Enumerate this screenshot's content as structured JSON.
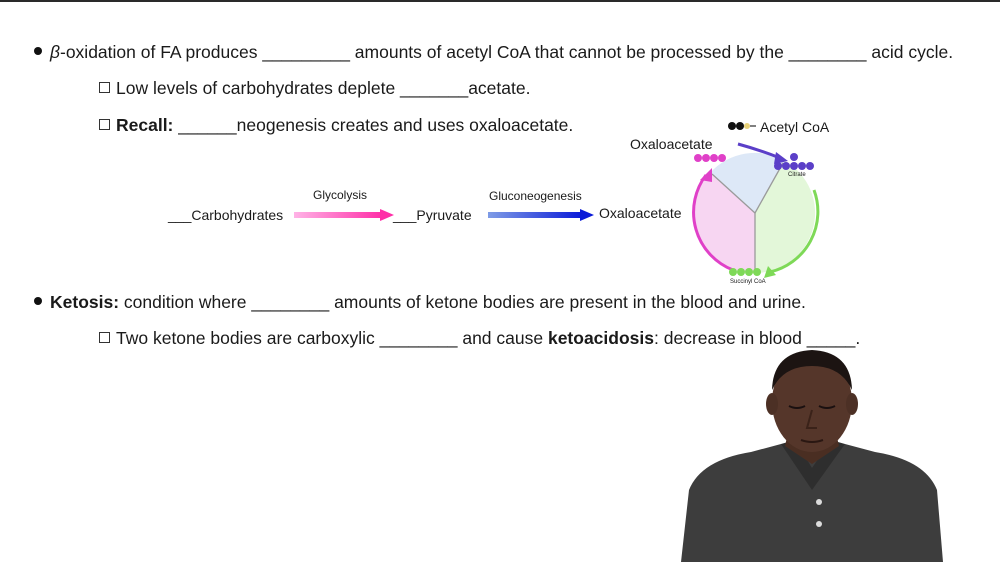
{
  "notes": {
    "line1": {
      "prefix": "β",
      "text": "-oxidation of FA produces _________ amounts of acetyl CoA that cannot be processed by the ________ acid cycle."
    },
    "line2": {
      "text": "Low levels of carbohydrates deplete _______acetate."
    },
    "line3": {
      "bold": "Recall:",
      "text": " ______neogenesis creates and uses oxaloacetate."
    },
    "line4": {
      "bold": "Ketosis:",
      "text": " condition where ________ amounts of ketone bodies are present in the blood and urine."
    },
    "line5": {
      "text1": "Two ketone bodies are carboxylic ________ and cause ",
      "bold": "ketoacidosis",
      "text2": ": decrease in blood _____."
    }
  },
  "pathway": {
    "carbohydrates": "___Carbohydrates",
    "glycolysis": "Glycolysis",
    "pyruvate": "___Pyruvate",
    "gluconeogenesis": "Gluconeogenesis",
    "oxaloacetate": "Oxaloacetate"
  },
  "cycle": {
    "acetyl_coa": "Acetyl CoA",
    "oxaloacetate": "Oxaloacetate",
    "citrate": "Citrate",
    "succinyl_coa": "Succinyl CoA",
    "colors": {
      "magenta": "#e040c8",
      "purple": "#5b3fc8",
      "green": "#7ed957",
      "pink_fill": "#f7d6f2",
      "blue_fill": "#dde8f7",
      "green_fill": "#e3f7d9"
    }
  },
  "colors": {
    "glycolysis_arrow": "#ff3fb4",
    "gluconeogenesis_arrow": "#1a2ad8"
  },
  "video": {
    "shirt": "#3d3d3d",
    "background": "#ffffff"
  }
}
